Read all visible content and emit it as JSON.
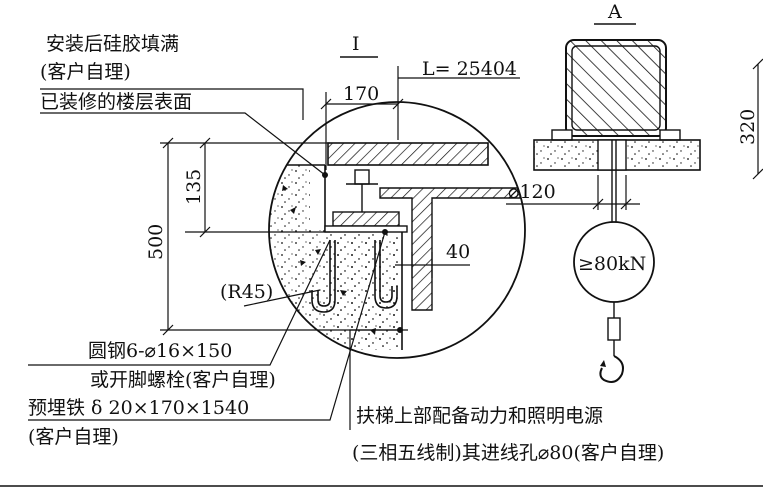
{
  "colors": {
    "ink": "#111111",
    "hatch": "#111111",
    "paper": "#ffffff"
  },
  "section_mark": "I",
  "view_mark": "A",
  "dimensions": {
    "length": "L= 25404",
    "width_170": "170",
    "height_135": "135",
    "height_500": "500",
    "radius": "(R45)",
    "gap_40": "40",
    "hole_dia": "⌀120",
    "height_320": "320",
    "load": "≥80kN"
  },
  "notes": {
    "fill_line1": "安装后硅胶填满",
    "fill_line2": "(客户自理)",
    "floor_surface": "已装修的楼层表面",
    "rebar_line1": "圆钢6-⌀16×150",
    "rebar_line2": "或开脚螺栓(客户自理)",
    "plate_line1": "预埋铁 δ 20×170×1540",
    "plate_line2": "(客户自理)",
    "power_line1": "扶梯上部配备动力和照明电源",
    "power_line2": "(三相五线制)其进线孔⌀80(客户自理)"
  }
}
